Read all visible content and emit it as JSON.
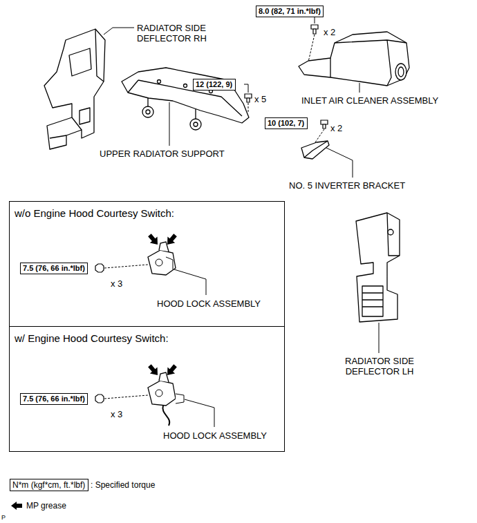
{
  "diagram": {
    "nodes": [
      {
        "text": [
          "8.0 (82, 71 in.*lbf)"
        ]
      },
      {
        "text": [
          "12 (122, 9)"
        ]
      },
      {
        "text": [
          "10 (102, 7)"
        ]
      },
      {
        "text": [
          "w/o Engine Hood Courtesy Switch:"
        ]
      },
      {
        "text": [
          "7.5 (76, 66 in.*lbf)"
        ],
        "in": 3
      },
      {
        "text": [
          "w/ Engine Hood Courtesy Switch:"
        ]
      },
      {
        "text": [
          "7.5 (76, 66 in.*lbf)"
        ],
        "in": 5
      },
      {
        "text": [
          "N*m (kgf*cm, ft.*lbf)"
        ]
      }
    ],
    "labels": [
      "RADIATOR SIDE DEFLECTOR RH",
      "x 2",
      "INLET AIR CLEANER ASSEMBLY",
      "x 5",
      "UPPER RADIATOR SUPPORT",
      "x 2",
      "NO. 5 INVERTER BRACKET",
      "x 3",
      "HOOD LOCK ASSEMBLY",
      "x 3",
      "HOOD LOCK ASSEMBLY",
      "RADIATOR SIDE DEFLECTOR LH",
      "P"
    ],
    "legend": [
      {
        "text": ": Specified torque"
      },
      {
        "text": "MP grease"
      }
    ]
  }
}
